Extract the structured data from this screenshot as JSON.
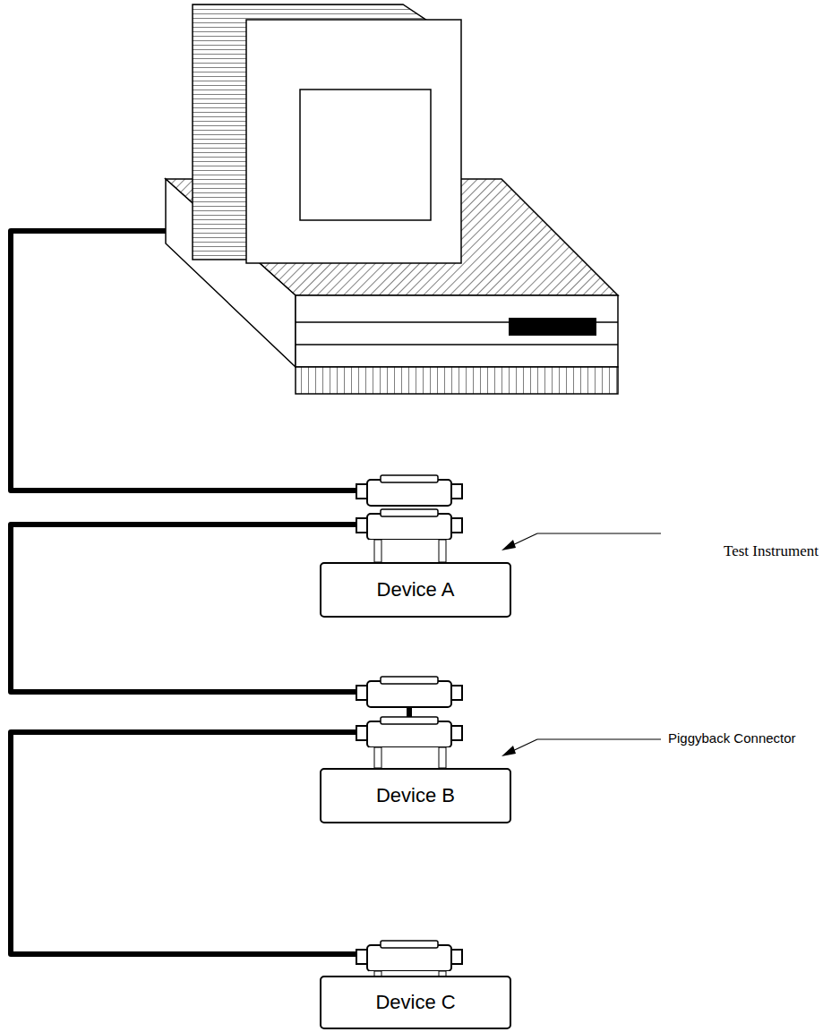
{
  "diagram": {
    "nodes": [
      {
        "text": [
          "Device A"
        ]
      },
      {
        "text": [
          "Device B"
        ]
      },
      {
        "text": [
          "Device C"
        ]
      }
    ],
    "edges": [
      {
        "from": 0,
        "to": 1,
        "arrow": "none"
      },
      {
        "from": 1,
        "to": 2,
        "arrow": "none"
      }
    ],
    "labels": [
      "Test Instrument",
      "Piggyback Connector"
    ]
  }
}
